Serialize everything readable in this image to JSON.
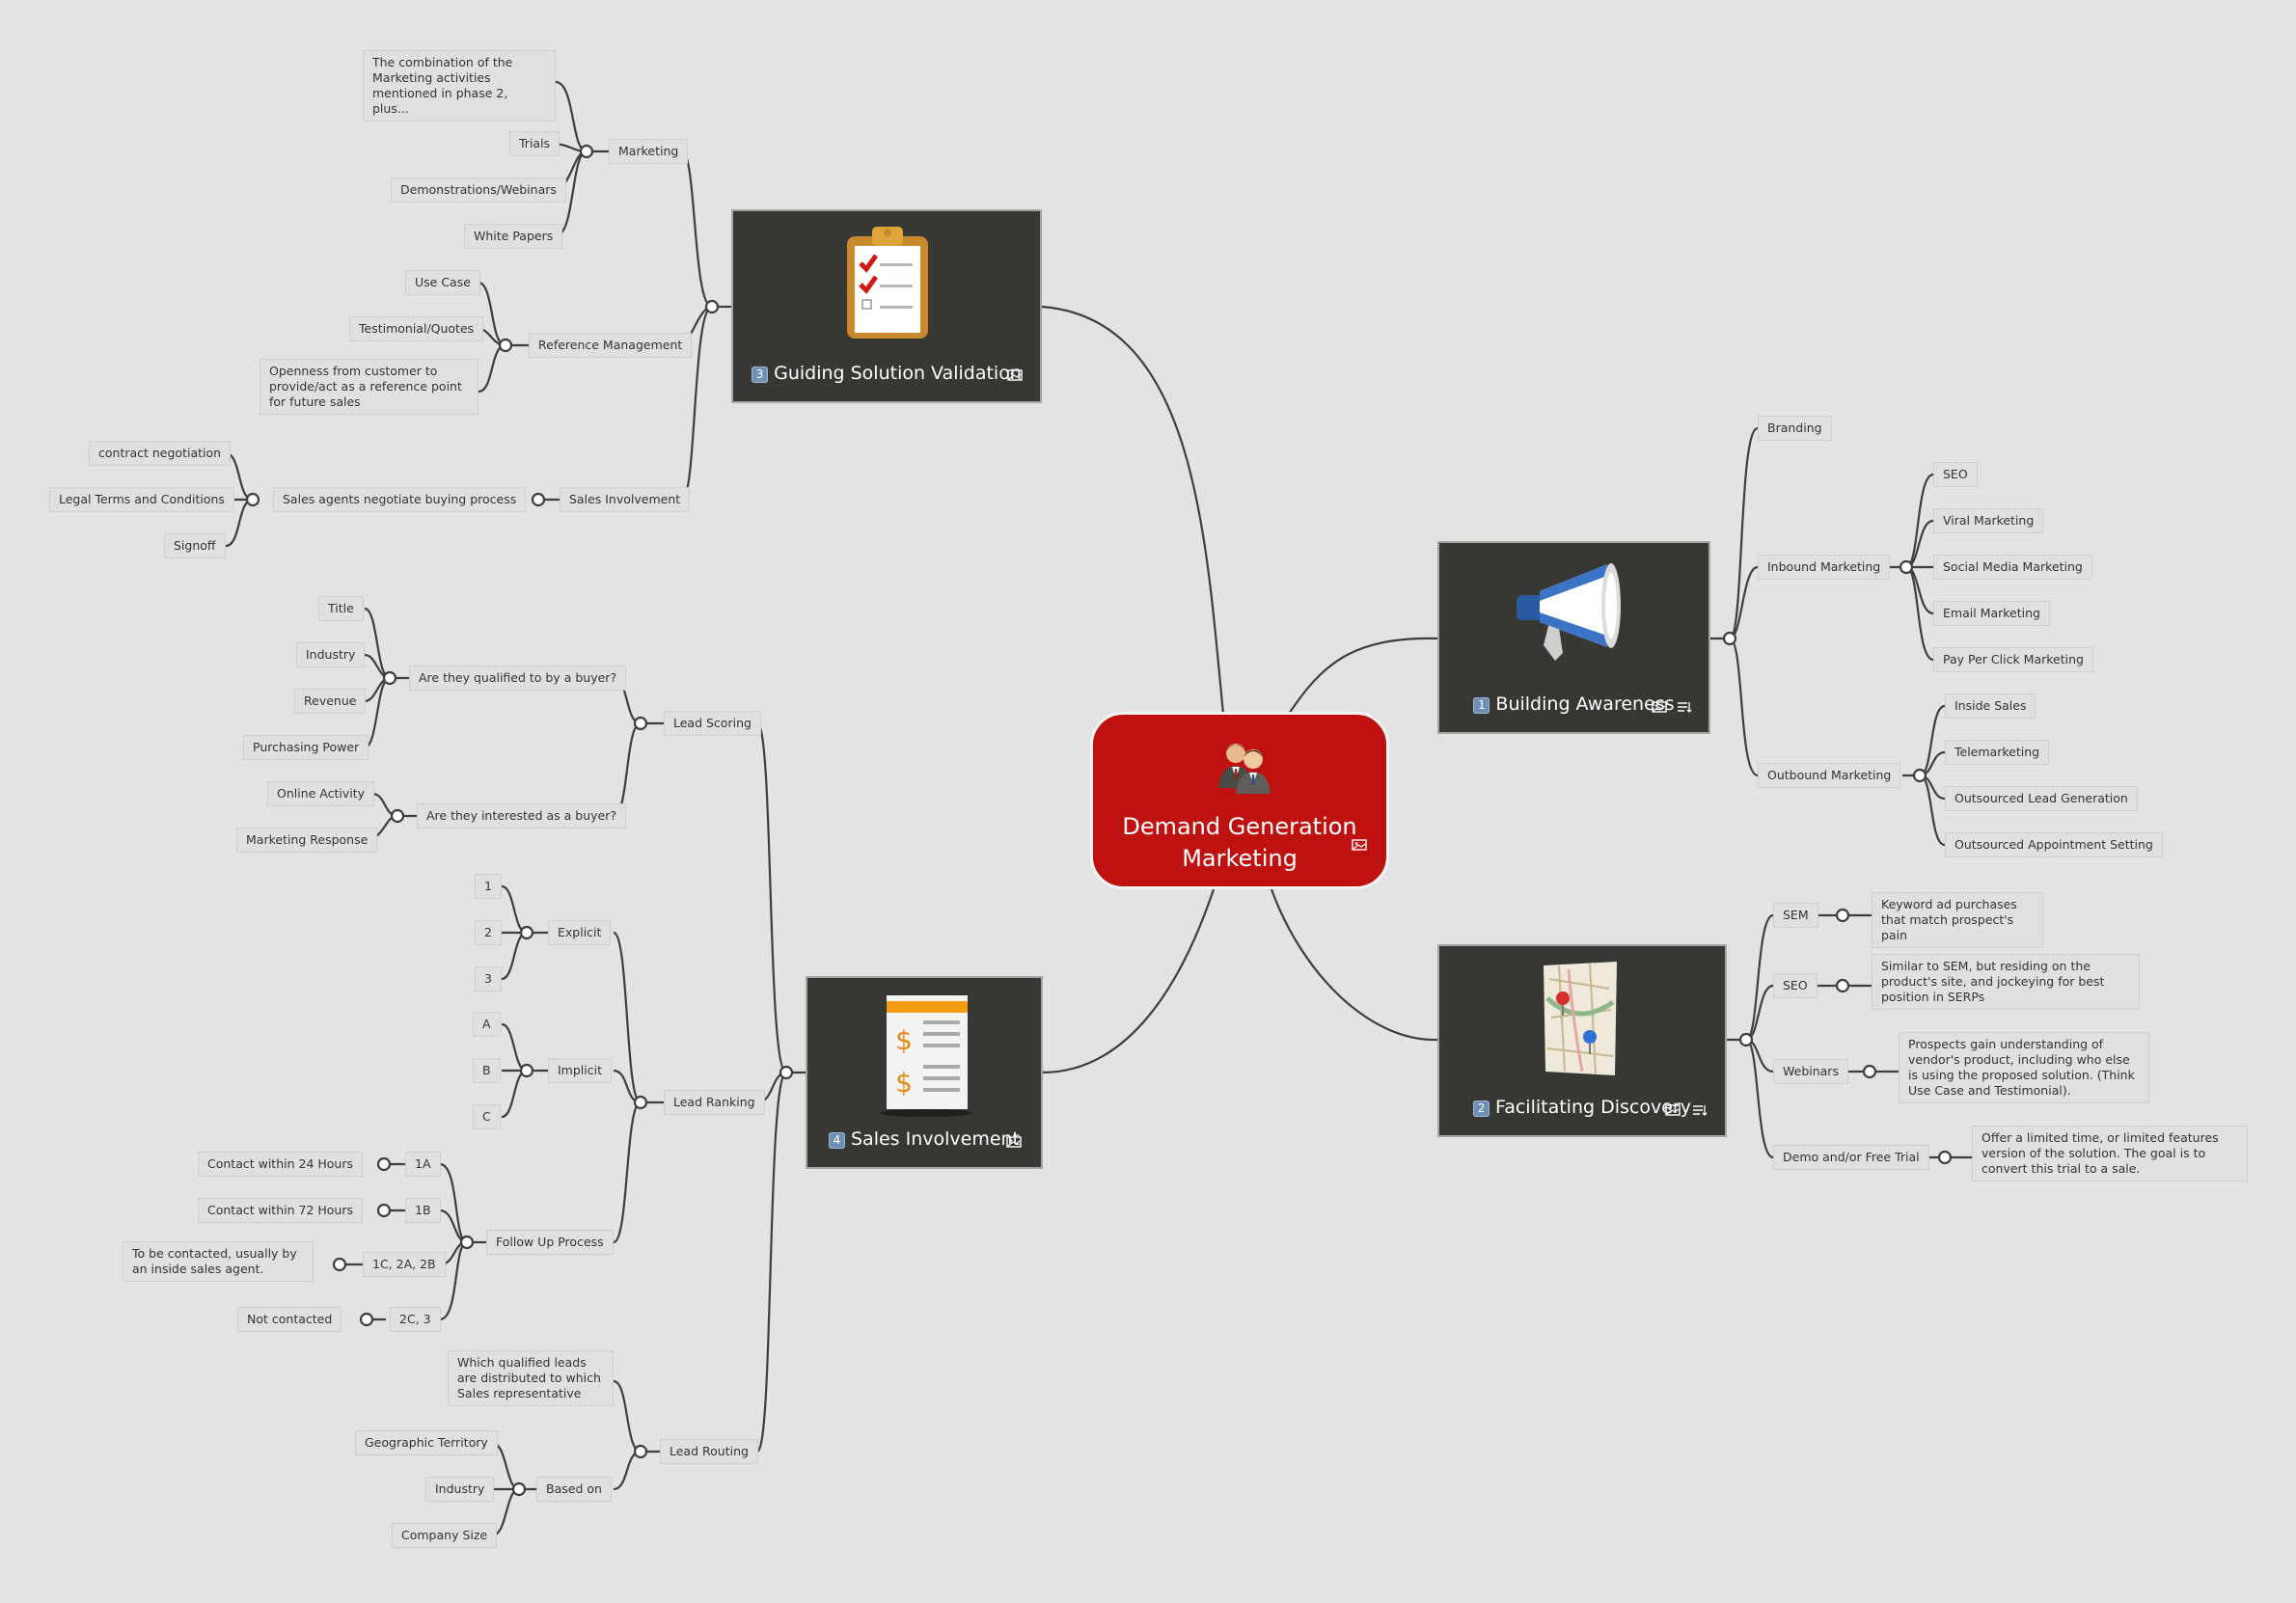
{
  "root": {
    "title_line1": "Demand Generation",
    "title_line2": "Marketing"
  },
  "topics": {
    "validation": {
      "num": "3",
      "title": "Guiding Solution Validation",
      "icon": "clipboard-checklist-icon"
    },
    "sales": {
      "num": "4",
      "title": "Sales Involvement",
      "icon": "invoice-dollar-icon"
    },
    "awareness": {
      "num": "1",
      "title": "Building Awareness",
      "icon": "megaphone-icon"
    },
    "discovery": {
      "num": "2",
      "title": "Facilitating Discovery",
      "icon": "map-pins-icon"
    }
  },
  "validation": {
    "marketing": {
      "label": "Marketing",
      "items": [
        "The combination of the Marketing activities mentioned in phase 2, plus...",
        "Trials",
        "Demonstrations/Webinars",
        "White Papers"
      ]
    },
    "reference": {
      "label": "Reference Management",
      "items": [
        "Use Case",
        "Testimonial/Quotes",
        "Openness from customer to provide/act as a reference point for future sales"
      ]
    },
    "sales_involvement": {
      "label": "Sales Involvement",
      "child": "Sales agents negotiate buying process",
      "items": [
        "contract negotiation",
        "Legal Terms and Conditions",
        "Signoff"
      ]
    }
  },
  "sales": {
    "lead_scoring": {
      "label": "Lead Scoring",
      "qualified": {
        "label": "Are they qualified to by a buyer?",
        "items": [
          "Title",
          "Industry",
          "Revenue",
          "Purchasing Power"
        ]
      },
      "interested": {
        "label": "Are they interested as a buyer?",
        "items": [
          "Online Activity",
          "Marketing Response"
        ]
      }
    },
    "lead_ranking": {
      "label": "Lead Ranking",
      "explicit": {
        "label": "Explicit",
        "items": [
          "1",
          "2",
          "3"
        ]
      },
      "implicit": {
        "label": "Implicit",
        "items": [
          "A",
          "B",
          "C"
        ]
      },
      "follow_up": {
        "label": "Follow Up Process",
        "items": [
          {
            "key": "1A",
            "value": "Contact within 24 Hours"
          },
          {
            "key": "1B",
            "value": "Contact within 72 Hours"
          },
          {
            "key": "1C, 2A, 2B",
            "value": "To be contacted, usually by an inside sales agent."
          },
          {
            "key": "2C, 3",
            "value": "Not contacted"
          }
        ]
      }
    },
    "lead_routing": {
      "label": "Lead Routing",
      "desc": "Which qualified leads are distributed to which Sales representative",
      "based_on": {
        "label": "Based on",
        "items": [
          "Geographic Territory",
          "Industry",
          "Company Size"
        ]
      }
    }
  },
  "awareness": {
    "branding": "Branding",
    "inbound": {
      "label": "Inbound Marketing",
      "items": [
        "SEO",
        "Viral Marketing",
        "Social Media Marketing",
        "Email Marketing",
        "Pay Per Click Marketing"
      ]
    },
    "outbound": {
      "label": "Outbound Marketing",
      "items": [
        "Inside Sales",
        "Telemarketing",
        "Outsourced Lead Generation",
        "Outsourced Appointment Setting"
      ]
    }
  },
  "discovery": {
    "items": [
      {
        "key": "SEM",
        "value": "Keyword ad purchases that match prospect's pain"
      },
      {
        "key": "SEO",
        "value": "Similar to SEM, but residing on the product's site, and jockeying for best position in SERPs"
      },
      {
        "key": "Webinars",
        "value": "Prospects gain understanding of vendor's product, including who else is using the proposed solution. (Think Use Case and Testimonial)."
      },
      {
        "key": "Demo and/or Free Trial",
        "value": "Offer a limited time, or limited features version of the solution.  The goal is to convert this trial to a sale."
      }
    ]
  },
  "colors": {
    "root": "#bf1210",
    "topic": "#373734",
    "node": "#e0e0e0",
    "background": "#e3e3e3",
    "line": "#3e3e3e"
  }
}
